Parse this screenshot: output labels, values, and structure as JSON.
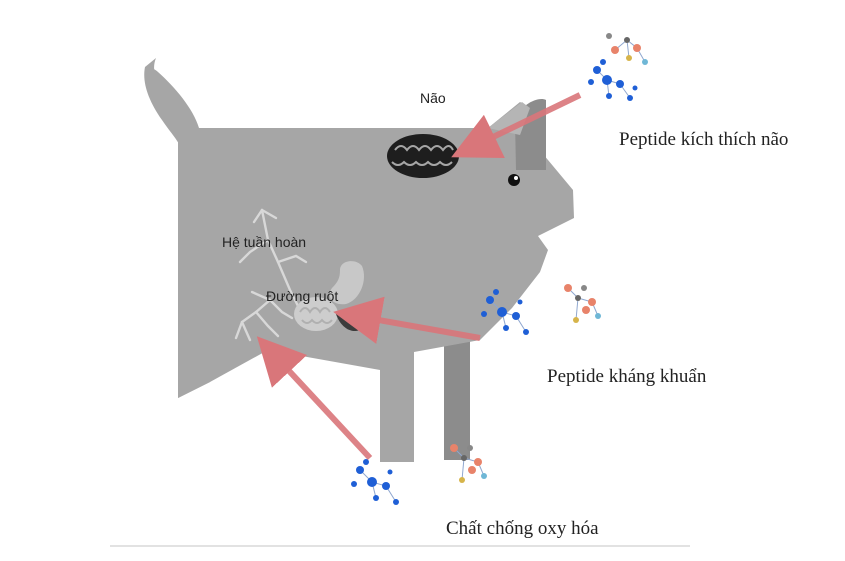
{
  "organ_labels": {
    "brain": "Não",
    "circulatory": "Hệ tuần hoàn",
    "intestine": "Đường ruột"
  },
  "peptide_labels": {
    "brain_stimulating": "Peptide kích thích não",
    "antibacterial": "Peptide kháng khuẩn",
    "antioxidant": "Chất chống oxy hóa"
  },
  "colors": {
    "pig_body": "#a6a6a6",
    "pig_leg_dark": "#8c8c8c",
    "arrow": "#d9767a",
    "brain": "#1e1e1e",
    "molecule_blue": "#1f5fd6",
    "molecule_orange": "#e8836a",
    "vessels": "#d8d8d8"
  },
  "icons": [
    "brain-icon",
    "stomach-icon",
    "molecule-icon"
  ]
}
